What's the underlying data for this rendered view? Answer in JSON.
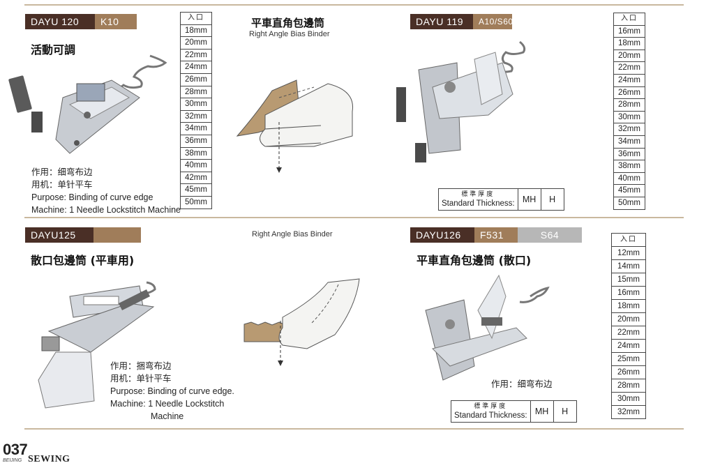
{
  "products": [
    {
      "model": "DAYU 120",
      "code": "K10",
      "subtitle_cn": "活動可調",
      "size_header": "入口",
      "sizes": [
        "18mm",
        "20mm",
        "22mm",
        "24mm",
        "26mm",
        "28mm",
        "30mm",
        "32mm",
        "34mm",
        "36mm",
        "38mm",
        "40mm",
        "42mm",
        "45mm",
        "50mm"
      ],
      "desc": [
        "作用：细弯布边",
        "用机：单针平车",
        "Purpose: Binding of curve edge",
        "Machine: 1 Needle Lockstitch  Machine"
      ]
    },
    {
      "model": "DAYU 119",
      "code": "A10/S60",
      "size_header": "入口",
      "sizes": [
        "16mm",
        "18mm",
        "20mm",
        "22mm",
        "24mm",
        "26mm",
        "28mm",
        "30mm",
        "32mm",
        "34mm",
        "36mm",
        "38mm",
        "40mm",
        "45mm",
        "50mm"
      ],
      "thickness": {
        "label_cn": "標準厚度",
        "label_en": "Standard Thickness:",
        "options": [
          "MH",
          "H"
        ]
      }
    },
    {
      "model": "DAYU125",
      "title_cn": "散口包邊筒 (平車用)",
      "desc": [
        "作用：捆弯布边",
        "用机：单针平车",
        "Purpose: Binding of curve edge.",
        "Machine:  1 Needle Lockstitch",
        "Machine"
      ]
    },
    {
      "model": "DAYU126",
      "code": "F531",
      "code2": "S64",
      "title_cn": "平車直角包邊筒 (散口)",
      "size_header": "入口",
      "sizes": [
        "12mm",
        "14mm",
        "15mm",
        "16mm",
        "18mm",
        "20mm",
        "22mm",
        "24mm",
        "25mm",
        "26mm",
        "28mm",
        "30mm",
        "32mm"
      ],
      "desc": [
        "作用：细弯布边"
      ],
      "thickness": {
        "label_cn": "標準厚度",
        "label_en": "Standard Thickness:",
        "options": [
          "MH",
          "H"
        ]
      }
    }
  ],
  "diagrams": [
    {
      "title_cn": "平車直角包邊筒",
      "title_en": "Right Angle Bias Binder"
    },
    {
      "title_en": "Right Angle Bias Binder"
    }
  ],
  "footer": {
    "page": "037",
    "brand_small": "BEIJING",
    "brand": "SEWING"
  },
  "colors": {
    "tag_dark": "#4a2f26",
    "tag_light": "#a07d5a",
    "tag_grey": "#b7b7b7",
    "rule": "#c9b89e",
    "fabric": "#b89a72"
  }
}
